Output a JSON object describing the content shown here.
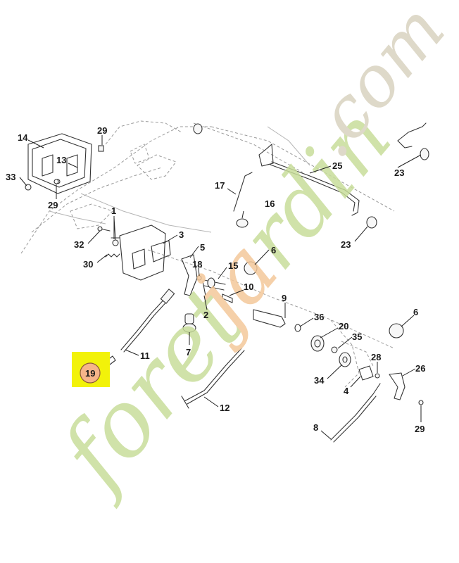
{
  "diagram": {
    "callouts": [
      {
        "id": "c33",
        "text": "33"
      },
      {
        "id": "c14",
        "text": "14"
      },
      {
        "id": "c13",
        "text": "13"
      },
      {
        "id": "c29a",
        "text": "29"
      },
      {
        "id": "c29b",
        "text": "29"
      },
      {
        "id": "c1",
        "text": "1"
      },
      {
        "id": "c32",
        "text": "32"
      },
      {
        "id": "c30",
        "text": "30"
      },
      {
        "id": "c3",
        "text": "3"
      },
      {
        "id": "c5",
        "text": "5"
      },
      {
        "id": "c18",
        "text": "18"
      },
      {
        "id": "c2",
        "text": "2"
      },
      {
        "id": "c17",
        "text": "17"
      },
      {
        "id": "c16",
        "text": "16"
      },
      {
        "id": "c25",
        "text": "25"
      },
      {
        "id": "c23a",
        "text": "23"
      },
      {
        "id": "c23b",
        "text": "23"
      },
      {
        "id": "c6a",
        "text": "6"
      },
      {
        "id": "c15",
        "text": "15"
      },
      {
        "id": "c10",
        "text": "10"
      },
      {
        "id": "c9",
        "text": "9"
      },
      {
        "id": "c36",
        "text": "36"
      },
      {
        "id": "c20",
        "text": "20"
      },
      {
        "id": "c35",
        "text": "35"
      },
      {
        "id": "c6b",
        "text": "6"
      },
      {
        "id": "c7",
        "text": "7"
      },
      {
        "id": "c11",
        "text": "11"
      },
      {
        "id": "c19",
        "text": "19"
      },
      {
        "id": "c12",
        "text": "12"
      },
      {
        "id": "c34",
        "text": "34"
      },
      {
        "id": "c4",
        "text": "4"
      },
      {
        "id": "c28",
        "text": "28"
      },
      {
        "id": "c26",
        "text": "26"
      },
      {
        "id": "c8",
        "text": "8"
      },
      {
        "id": "c29c",
        "text": "29"
      }
    ],
    "highlight": {
      "text": "19",
      "box_color": "#f2f20a",
      "circle_color": "#f6b48a"
    },
    "watermark": {
      "text": "foretjardin.com",
      "colors": [
        "#c8dd9a",
        "#f4c89a",
        "#d9d2c0"
      ]
    }
  }
}
